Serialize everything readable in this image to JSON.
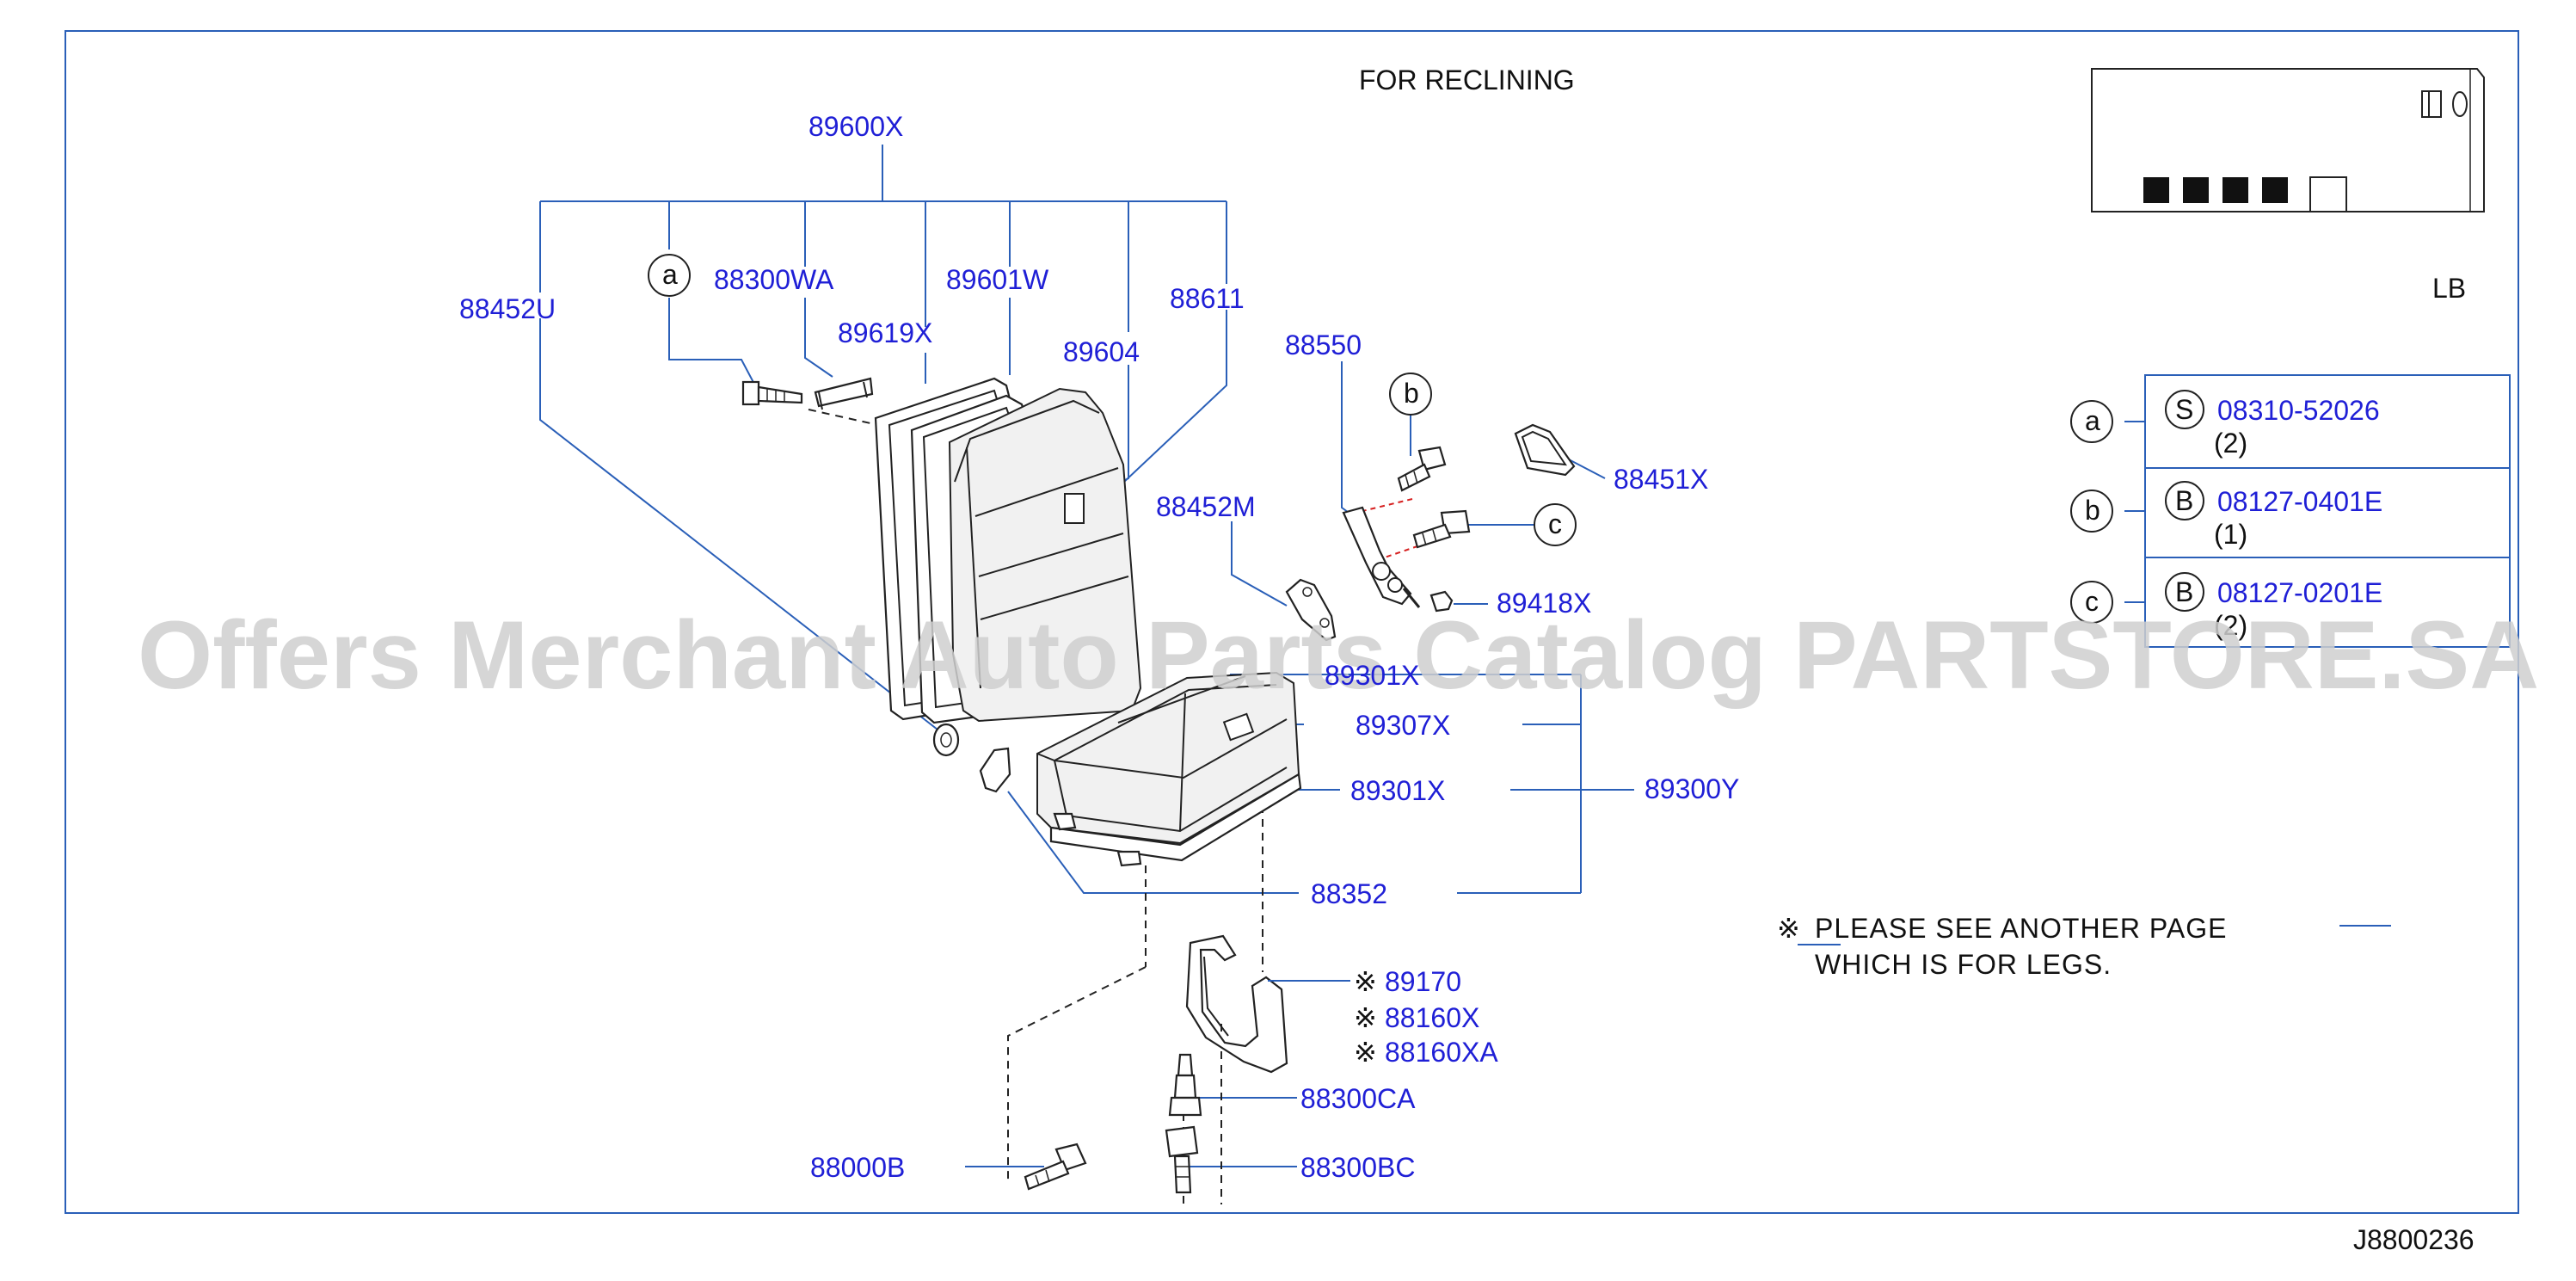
{
  "diagram": {
    "title": "FOR  RECLINING",
    "corner_label": "LB",
    "figure_id": "J8800236",
    "watermark": "Offers Merchant Auto Parts Catalog PARTSTORE.SA",
    "note_line1": "PLEASE  SEE  ANOTHER  PAGE",
    "note_line2": "WHICH  IS  FOR  LEGS.",
    "note_symbol": "※"
  },
  "parts": {
    "p89600X": "89600X",
    "p88452U": "88452U",
    "p88300WA": "88300WA",
    "p89619X": "89619X",
    "p89601W": "89601W",
    "p89604": "89604",
    "p88611": "88611",
    "p88550": "88550",
    "p88451X": "88451X",
    "p88452M": "88452M",
    "p89418X": "89418X",
    "p89301X_top": "89301X",
    "p89307X": "89307X",
    "p89301X": "89301X",
    "p89300Y": "89300Y",
    "p88352": "88352",
    "p89170": "89170",
    "p88160X": "88160X",
    "p88160XA": "88160XA",
    "p88300CA": "88300CA",
    "p88000B": "88000B",
    "p88300BC": "88300BC"
  },
  "callouts": {
    "a": "a",
    "b": "b",
    "c": "c"
  },
  "fastener_table": [
    {
      "ref": "a",
      "type": "S",
      "part": "08310-52026",
      "qty": "(2)"
    },
    {
      "ref": "b",
      "type": "B",
      "part": "08127-0401E",
      "qty": "(1)"
    },
    {
      "ref": "c",
      "type": "B",
      "part": "08127-0201E",
      "qty": "(2)"
    }
  ]
}
